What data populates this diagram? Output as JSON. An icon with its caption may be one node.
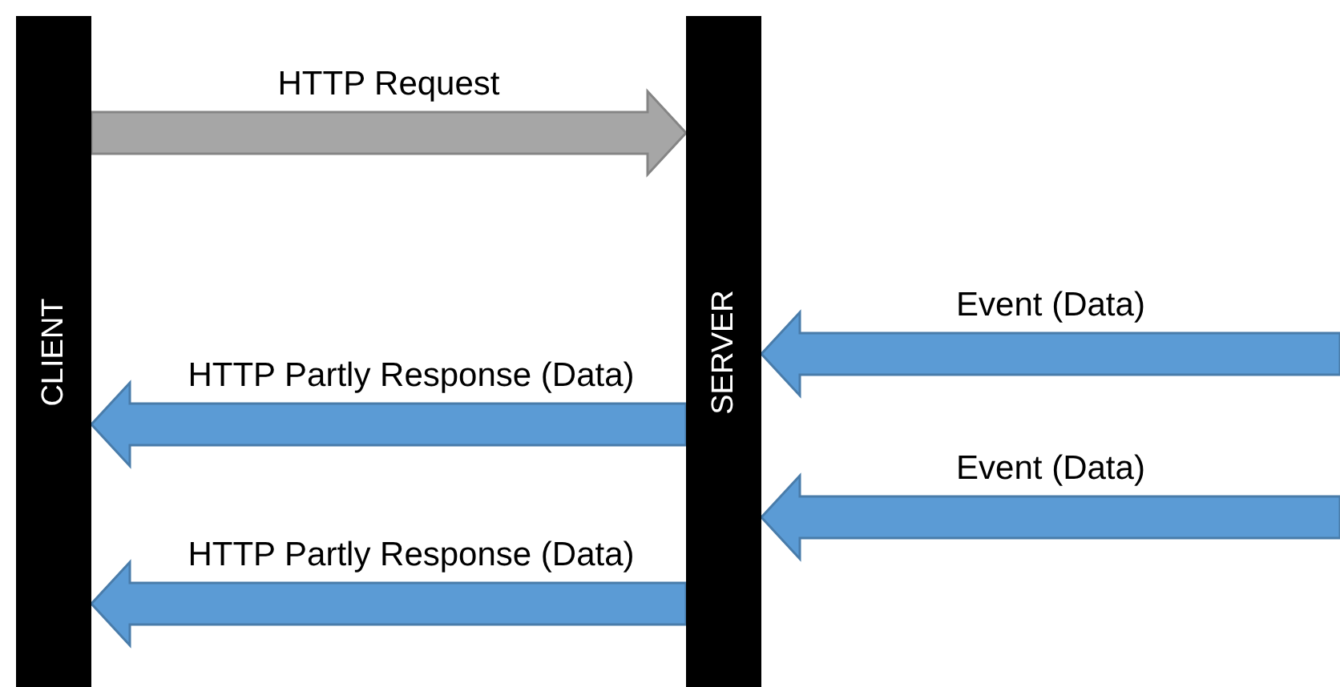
{
  "diagram": {
    "nodes": [
      {
        "text": [
          "CLIENT"
        ]
      },
      {
        "text": [
          "SERVER"
        ]
      }
    ],
    "edges": [
      {
        "from": 0,
        "to": 1,
        "arrow": "to",
        "label": "HTTP Request",
        "style": "thick",
        "color": "#a6a6a6"
      },
      {
        "from": null,
        "to": 1,
        "arrow": "to",
        "label": "Event (Data)",
        "style": "thick"
      },
      {
        "from": 1,
        "to": 0,
        "arrow": "to",
        "label": "HTTP Partly Response (Data)",
        "style": "thick"
      },
      {
        "from": null,
        "to": 1,
        "arrow": "to",
        "label": "Event (Data)",
        "style": "thick"
      },
      {
        "from": 1,
        "to": 0,
        "arrow": "to",
        "label": "HTTP Partly Response (Data)",
        "style": "thick"
      }
    ]
  }
}
